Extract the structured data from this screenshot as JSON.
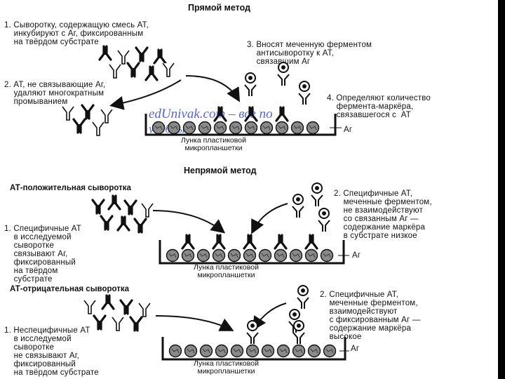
{
  "direct": {
    "title": "Прямой метод",
    "step1": "1. Сыворотку, содержащую смесь АТ,\n    инкубируют с Аг, фиксированным\n    на твёрдом субстрате",
    "step2": "2. АТ, не связывающие Аг,\n    удаляют многократным\n    промыванием",
    "step3": "3. Вносят меченную ферментом\n    антисыворотку к АТ,\n    связавшим Аг",
    "step4": "4. Определяют количество\n    фермента-маркёра,\n    связавшегося с  АТ",
    "ag_label": "Аг",
    "well_label": "Лунка пластиковой\nмикропланшетки",
    "watermark_line1": "edUnivak.com – все по",
    "watermark_line2": "учёбные"
  },
  "indirect": {
    "title": "Непрямой метод",
    "positive": {
      "heading": "АТ-положительная сыворотка",
      "step1": "1. Специфичные АТ\n    в исследуемой\n    сыворотке\n    связывают Аг,\n    фиксированный\n    на твёрдом\n    субстрате",
      "step2": "2. Специфичные АТ,\n    меченные ферментом,\n    не взаимодействуют\n    со связанным Аг —\n    содержание маркёра\n    в субстрате низкое",
      "ag_label": "Аг",
      "well_label": "Лунка пластиковой\nмикропланшетки"
    },
    "negative": {
      "heading": "АТ-отрицательная сыворотка",
      "step1": "1. Неспецифичные АТ\n    в исследуемой\n    сыворотке\n    не связывают Аг,\n    фиксированный\n    на твёрдом субстрате",
      "step2": "2. Специфичные АТ,\n    меченные ферментом,\n    взаимодействуют\n    с фиксированным Аг —\n    содержание маркёра\n    высокое",
      "ag_label": "Аг",
      "well_label": "Лунка пластиковой\nмикропланшетки"
    }
  },
  "colors": {
    "ink": "#111111",
    "watermark": "#1f2fcf"
  }
}
